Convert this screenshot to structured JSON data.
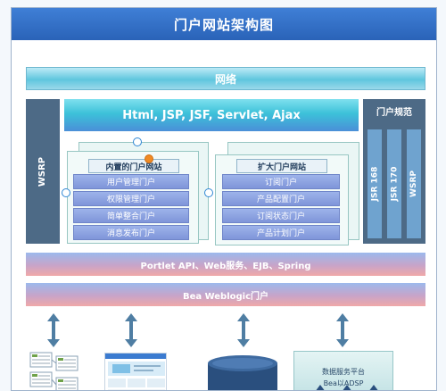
{
  "title": "门户网站架构图",
  "network_label": "网络",
  "tech_label": "Html, JSP, JSF, Servlet, Ajax",
  "wsrp_label": "WSRP",
  "spec": {
    "title": "门户规范",
    "items": [
      "JSR 168",
      "JSR 170",
      "WSRP"
    ]
  },
  "internal_portal": {
    "title": "内置的门户网站",
    "items": [
      "用户管理门户",
      "权限管理门户",
      "简单整合门户",
      "消息发布门户"
    ]
  },
  "extended_portal": {
    "title": "扩大门户网站",
    "items": [
      "订阅门户",
      "产品配置门户",
      "订阅状态门户",
      "产品计划门户"
    ]
  },
  "portlet_label": "Portlet API、Web服务、EJB、Spring",
  "weblogic_label": "Bea Weblogic门户",
  "platform": {
    "line1": "数据服务平台",
    "line2": "Bea以ADSP"
  },
  "colors": {
    "title_bar": "#2f6fc8",
    "network": "#5fc6de",
    "side_column": "#4d6a86",
    "portal_item": "#8fa5e2",
    "arrow": "#4f7ea3",
    "database": "#2a4f7e"
  }
}
